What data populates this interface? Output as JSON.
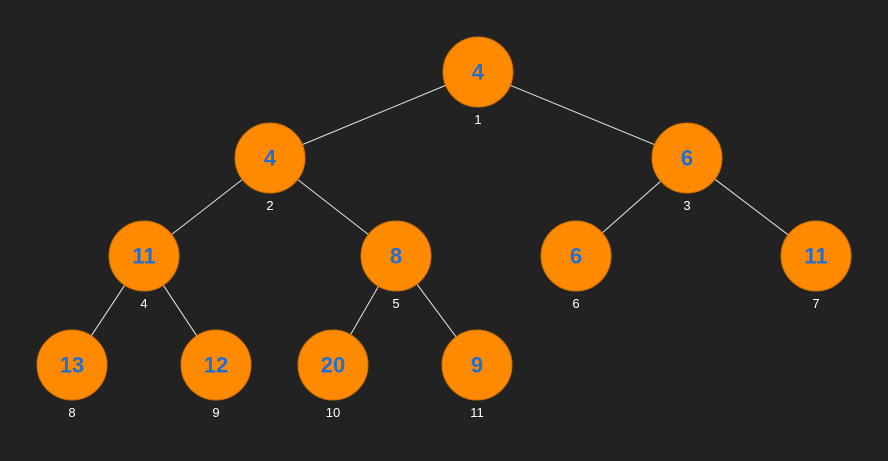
{
  "tree": {
    "colors": {
      "background": "#222222",
      "node_fill": "#ff8a00",
      "value_text": "#1f6fd6",
      "index_text": "#ffffff",
      "edge": "#e6e6e6"
    },
    "nodes": [
      {
        "index": "1",
        "value": "4"
      },
      {
        "index": "2",
        "value": "4"
      },
      {
        "index": "3",
        "value": "6"
      },
      {
        "index": "4",
        "value": "11"
      },
      {
        "index": "5",
        "value": "8"
      },
      {
        "index": "6",
        "value": "6"
      },
      {
        "index": "7",
        "value": "11"
      },
      {
        "index": "8",
        "value": "13"
      },
      {
        "index": "9",
        "value": "12"
      },
      {
        "index": "10",
        "value": "20"
      },
      {
        "index": "11",
        "value": "9"
      }
    ],
    "edges": [
      [
        "1",
        "2"
      ],
      [
        "1",
        "3"
      ],
      [
        "2",
        "4"
      ],
      [
        "2",
        "5"
      ],
      [
        "3",
        "6"
      ],
      [
        "3",
        "7"
      ],
      [
        "4",
        "8"
      ],
      [
        "4",
        "9"
      ],
      [
        "5",
        "10"
      ],
      [
        "5",
        "11"
      ]
    ]
  }
}
